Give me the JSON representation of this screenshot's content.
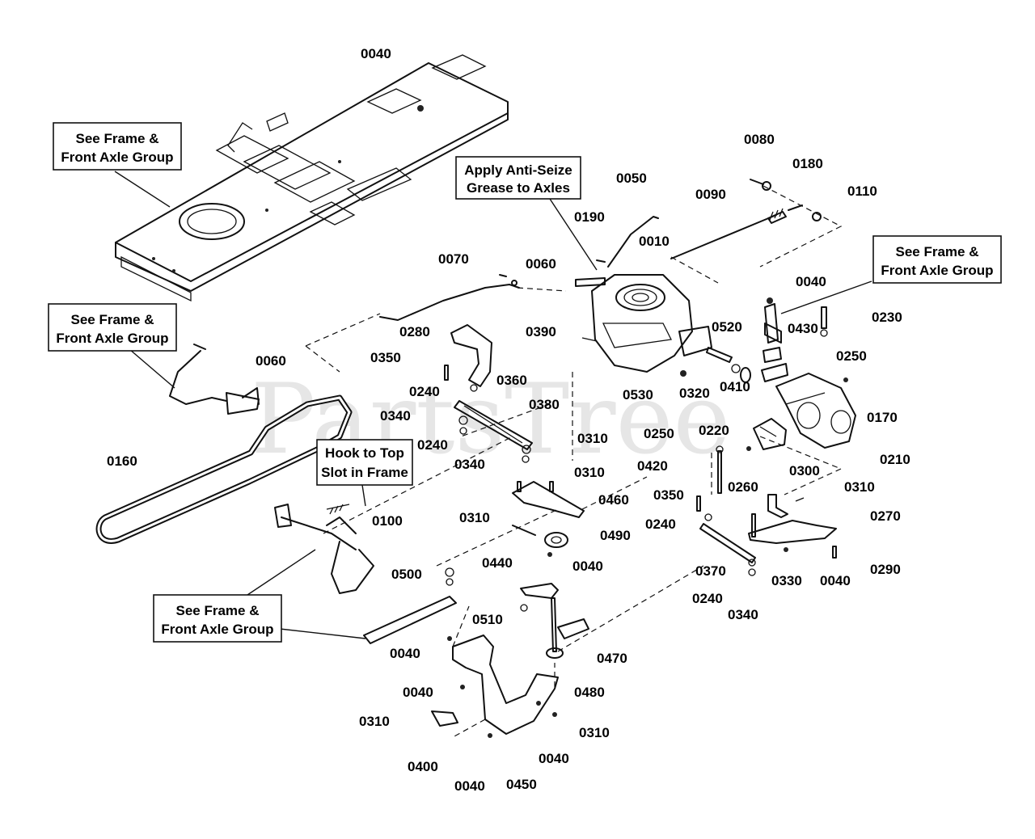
{
  "watermark": "PartsTree",
  "notes": {
    "frame_a": [
      "See Frame &",
      "Front Axle Group"
    ],
    "frame_b": [
      "See Frame &",
      "Front Axle Group"
    ],
    "frame_c": [
      "See Frame &",
      "Front Axle Group"
    ],
    "frame_d": [
      "See Frame &",
      "Front Axle Group"
    ],
    "anti_seize": [
      "Apply Anti-Seize",
      "Grease to Axles"
    ],
    "hook": [
      "Hook to Top",
      "Slot in Frame"
    ]
  },
  "callouts": [
    "0040",
    "0080",
    "0180",
    "0110",
    "0090",
    "0050",
    "0190",
    "0010",
    "0070",
    "0060",
    "0390",
    "0040",
    "0230",
    "0520",
    "0430",
    "0250",
    "0280",
    "0350",
    "0360",
    "0240",
    "0380",
    "0340",
    "0240",
    "0340",
    "0060",
    "0160",
    "0100",
    "0310",
    "0310",
    "0460",
    "0310",
    "0490",
    "0040",
    "0500",
    "0440",
    "0510",
    "0470",
    "0480",
    "0040",
    "0040",
    "0310",
    "0400",
    "0040",
    "0450",
    "0040",
    "0310",
    "0530",
    "0320",
    "0410",
    "0170",
    "0250",
    "0220",
    "0210",
    "0420",
    "0260",
    "0300",
    "0310",
    "0350",
    "0240",
    "0270",
    "0370",
    "0330",
    "0040",
    "0290",
    "0240",
    "0340"
  ]
}
